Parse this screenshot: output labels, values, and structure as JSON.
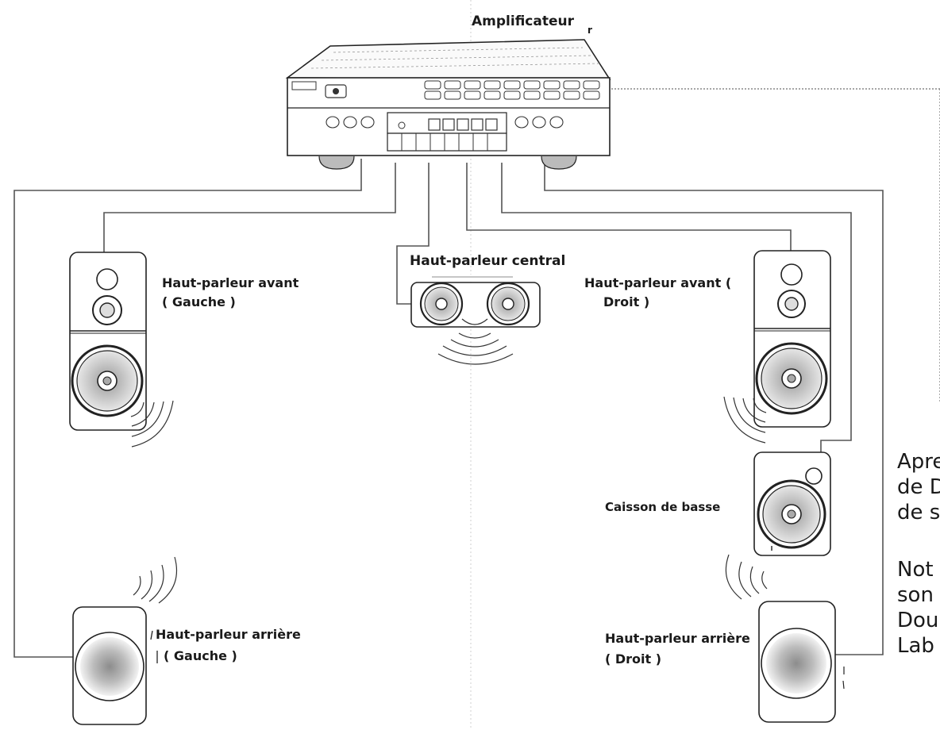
{
  "labels": {
    "amplifier": "Amplificateur",
    "center": "Haut-parleur central",
    "front_left_line1": "Haut-parleur avant",
    "front_left_line2": "( Gauche )",
    "front_right_line1": "Haut-parleur avant (",
    "front_right_line2": "Droit )",
    "subwoofer": "Caisson de basse",
    "rear_left_line1": "Haut-parleur arrière",
    "rear_left_line2": "( Gauche )",
    "rear_right_line1": "Haut-parleur arrière",
    "rear_right_line2": "( Droit )"
  },
  "side_text": [
    "Apre",
    "de D",
    "de s",
    "Not",
    "son",
    "Dou",
    "Lab"
  ],
  "colors": {
    "line": "#555555",
    "ink": "#222222",
    "cone": "#bdbdbd"
  }
}
